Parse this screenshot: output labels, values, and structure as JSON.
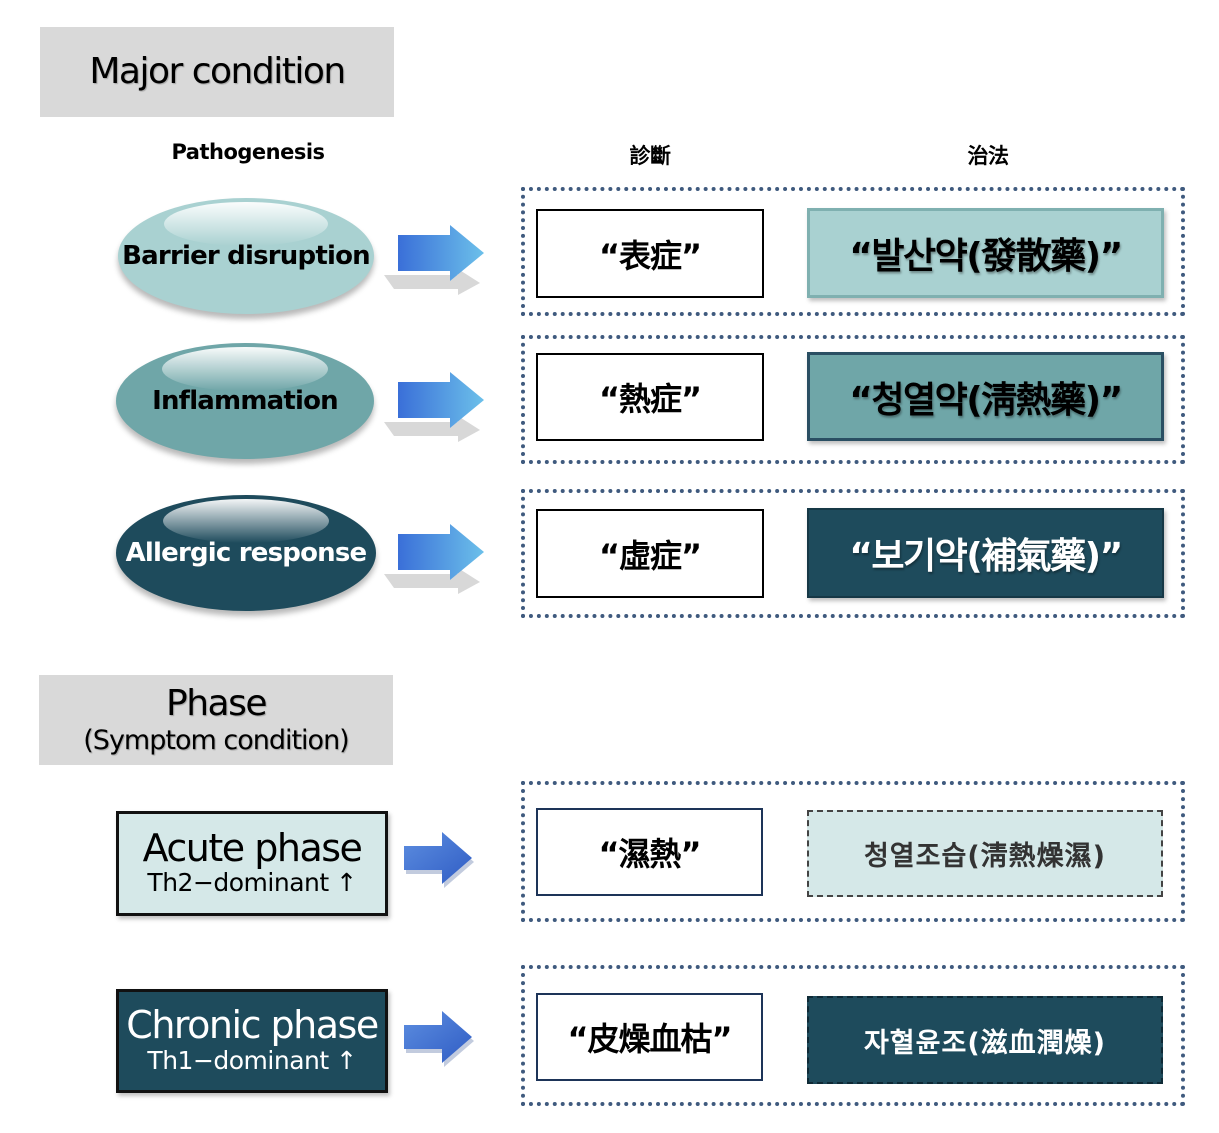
{
  "major": {
    "title": "Major condition",
    "col_pathogenesis": "Pathogenesis",
    "col_diagnosis": "診斷",
    "col_treatment": "治法",
    "rows": [
      {
        "pathogenesis": "Barrier disruption",
        "diagnosis": "“表症”",
        "treatment": "“발산약(發散藥)”",
        "color": "#a9d1d1"
      },
      {
        "pathogenesis": "Inflammation",
        "diagnosis": "“熱症”",
        "treatment": "“청열약(淸熱藥)”",
        "color": "#6fa6a8"
      },
      {
        "pathogenesis": "Allergic response",
        "diagnosis": "“虛症”",
        "treatment": "“보기약(補氣藥)”",
        "color": "#1e4b5c"
      }
    ]
  },
  "phase": {
    "title_line1": "Phase",
    "title_line2": "(Symptom condition)",
    "rows": [
      {
        "name": "Acute phase",
        "th": "Th2−dominant ↑",
        "diagnosis": "“濕熱”",
        "treatment": "청열조습(淸熱燥濕)",
        "color": "#d5e8e8"
      },
      {
        "name": "Chronic phase",
        "th": "Th1−dominant ↑",
        "diagnosis": "“皮燥血枯”",
        "treatment": "자혈윤조(滋血潤燥)",
        "color": "#1e4b5c"
      }
    ]
  },
  "colors": {
    "title_bg": "#d9d9d9",
    "dotted_border": "#3f5a7e",
    "arrow_start": "#3a6fd8",
    "arrow_end": "#6cc0ea"
  }
}
